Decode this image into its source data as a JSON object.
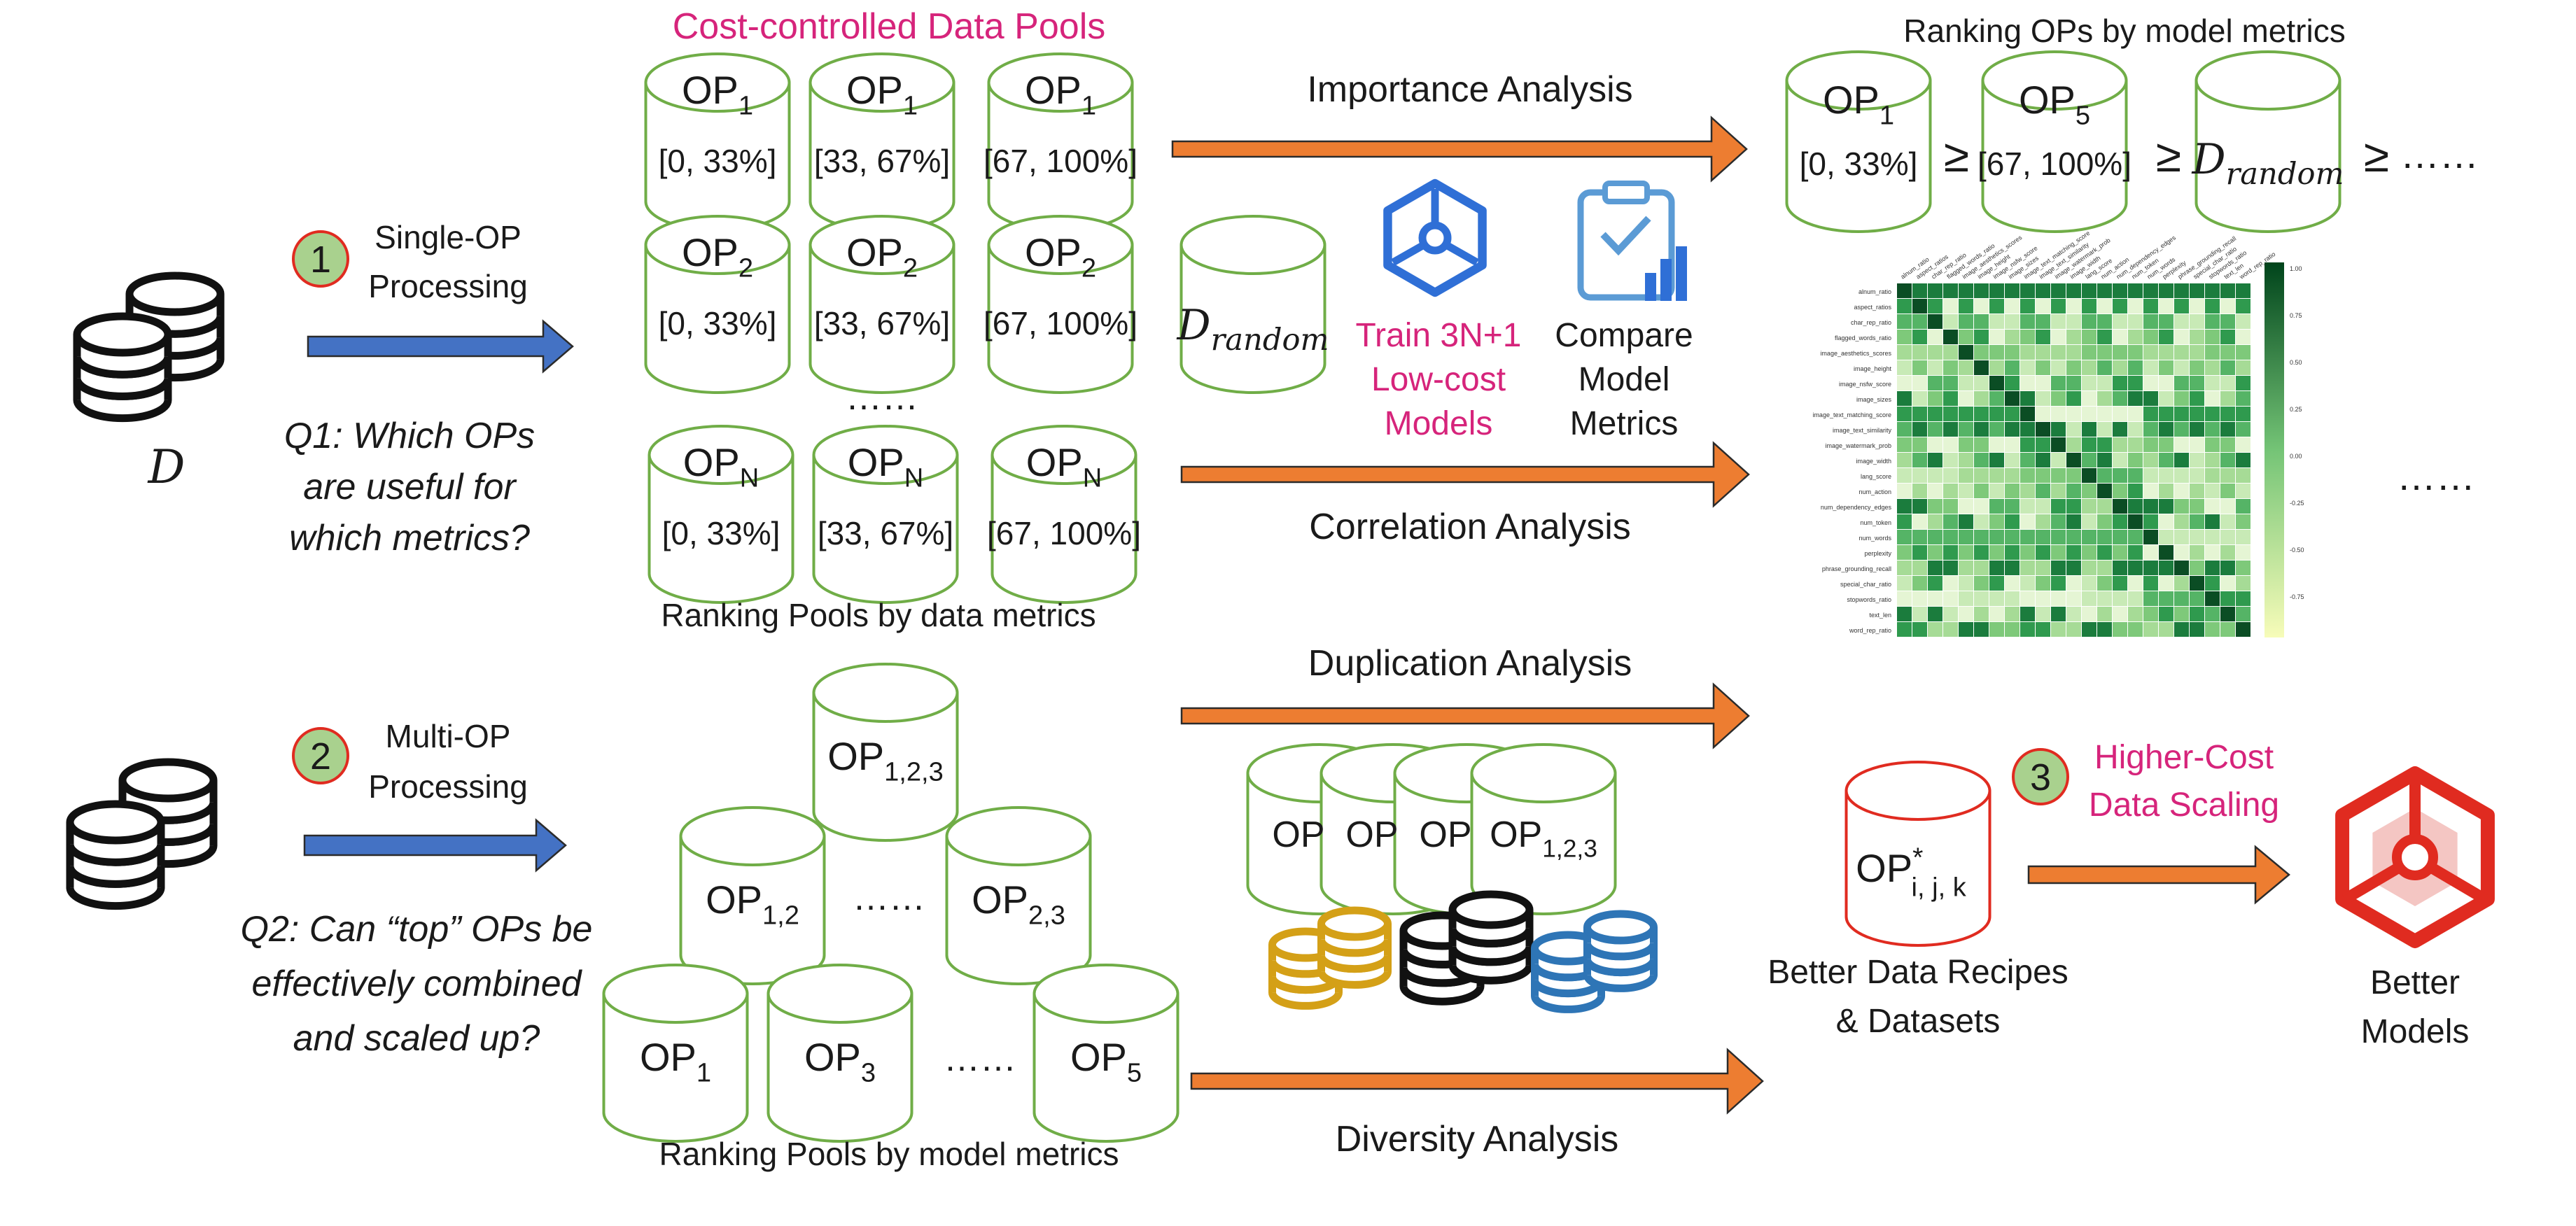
{
  "colors": {
    "cylinder_green": "#70AD47",
    "arrow_blue": "#4472C4",
    "arrow_orange": "#ED7D31",
    "magenta": "#D6247B",
    "red": "#E02B20",
    "step_circle_fill": "#A9D18E",
    "coin_yellow": "#D4A017",
    "coin_black": "#111111",
    "coin_blue": "#2E75B6",
    "icon_blue": "#2F6FD6"
  },
  "section1": {
    "step_number": "1",
    "step_label_line1": "Single-OP",
    "step_label_line2": "Processing",
    "dataset_symbol": "D",
    "question_lines": [
      "Q1: Which OPs",
      "are useful for",
      "which metrics?"
    ]
  },
  "section2": {
    "step_number": "2",
    "step_label_line1": "Multi-OP",
    "step_label_line2": "Processing",
    "question_lines": [
      "Q2: Can “top” OPs be",
      "effectively combined",
      "and scaled up?"
    ]
  },
  "pools": {
    "title": "Cost-controlled Data Pools",
    "rows": [
      {
        "op": "OP",
        "sub": "1",
        "ranges": [
          "[0, 33%]",
          "[33, 67%]",
          "[67, 100%]"
        ]
      },
      {
        "op": "OP",
        "sub": "2",
        "ranges": [
          "[0, 33%]",
          "[33, 67%]",
          "[67, 100%]"
        ]
      },
      {
        "op": "OP",
        "sub": "N",
        "ranges": [
          "[0, 33%]",
          "[33, 67%]",
          "[67, 100%]"
        ]
      }
    ],
    "ellipsis": "……",
    "caption": "Ranking Pools by data metrics"
  },
  "random_pool": {
    "base": "D",
    "sub": "random"
  },
  "train": {
    "lines": [
      "Train 3N+1",
      "Low-cost",
      "Models"
    ]
  },
  "compare": {
    "lines": [
      "Compare",
      "Model",
      "Metrics"
    ]
  },
  "analyses": {
    "importance": "Importance Analysis",
    "correlation": "Correlation Analysis",
    "duplication": "Duplication Analysis",
    "diversity": "Diversity Analysis"
  },
  "ranking": {
    "title": "Ranking OPs by model metrics",
    "items": [
      {
        "op": "OP",
        "sub": "1",
        "range": "[0, 33%]"
      },
      {
        "op": "OP",
        "sub": "5",
        "range": "[67, 100%]"
      }
    ],
    "random_base": "D",
    "random_sub": "random",
    "geq": "≥",
    "trail": "……",
    "heatmap_right_ellipsis": "……"
  },
  "heatmap": {
    "row_labels": [
      "alnum_ratio",
      "aspect_ratios",
      "char_rep_ratio",
      "flagged_words_ratio",
      "image_aesthetics_scores",
      "image_height",
      "image_nsfw_score",
      "image_sizes",
      "image_text_matching_score",
      "image_text_similarity",
      "image_watermark_prob",
      "image_width",
      "lang_score",
      "num_action",
      "num_dependency_edges",
      "num_token",
      "num_words",
      "perplexity",
      "phrase_grounding_recall",
      "special_char_ratio",
      "stopwords_ratio",
      "text_len",
      "word_rep_ratio"
    ],
    "colorbar_ticks": [
      "1.00",
      "0.75",
      "0.50",
      "0.25",
      "0.00",
      "-0.25",
      "-0.50",
      "-0.75"
    ]
  },
  "multi": {
    "pyramid": [
      {
        "op": "OP",
        "sub": "1,2,3"
      },
      {
        "op": "OP",
        "sub": "1,2"
      },
      {
        "op": "OP",
        "sub": "2,3"
      },
      {
        "op": "OP",
        "sub": "1"
      },
      {
        "op": "OP",
        "sub": "3"
      },
      {
        "op": "OP",
        "sub": "5"
      }
    ],
    "ellipsis": "……",
    "caption": "Ranking Pools by model metrics",
    "stack_front": {
      "op": "OP",
      "sub": "1,2,3"
    },
    "stack_back_label": "OP"
  },
  "scaling": {
    "step_number": "3",
    "title_lines": [
      "Higher-Cost",
      "Data Scaling"
    ],
    "best": {
      "op": "OP",
      "sup": "*",
      "sub": "i, j, k"
    },
    "better_data_lines": [
      "Better Data Recipes",
      "& Datasets"
    ],
    "better_models_lines": [
      "Better",
      "Models"
    ]
  }
}
